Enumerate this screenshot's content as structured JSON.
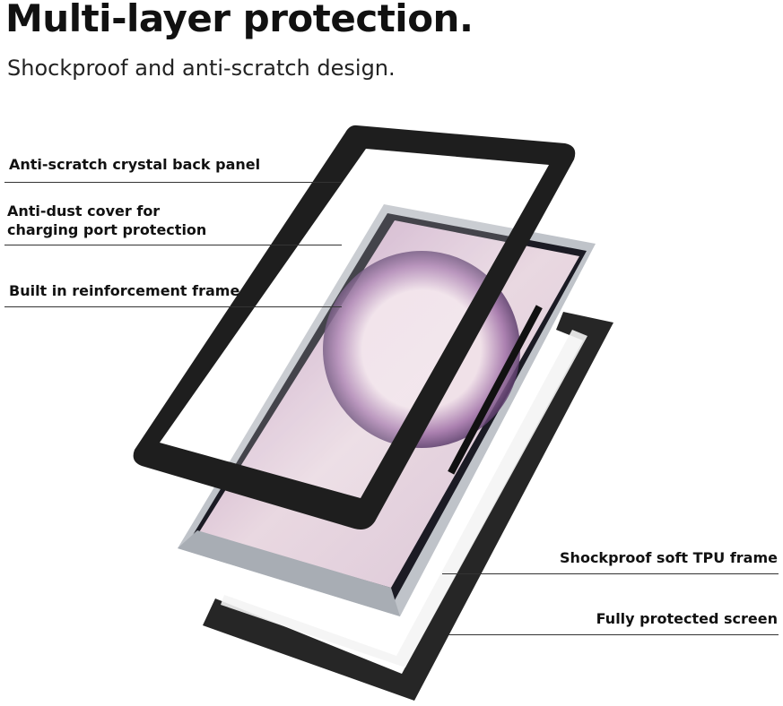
{
  "title": "Multi-layer protection.",
  "subtitle": "Shockproof and anti-scratch design.",
  "callouts_left": [
    {
      "text": "Anti-scratch crystal back panel"
    },
    {
      "text_line1": "Anti-dust cover for",
      "text_line2": "charging port protection"
    },
    {
      "text": "Built in reinforcement frame"
    }
  ],
  "callouts_right": [
    {
      "text": "Shockproof soft TPU frame"
    },
    {
      "text": "Fully protected screen"
    }
  ],
  "colors": {
    "frame": "#1e1e1e",
    "screen_light": "#e8d6e0",
    "screen_accent": "#8a5a93",
    "phone_silver": "#c8ccd2"
  }
}
